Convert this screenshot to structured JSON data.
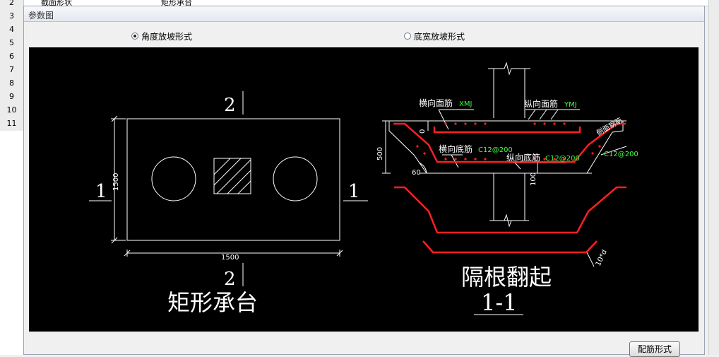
{
  "background": {
    "rows": [
      "2",
      "3",
      "4",
      "5",
      "6",
      "7",
      "8",
      "9",
      "10",
      "11"
    ],
    "row1_label": "截面形状",
    "row1_value": "矩形承台"
  },
  "dialog": {
    "title": "参数图",
    "options": [
      {
        "label": "角度放坡形式",
        "selected": true
      },
      {
        "label": "底宽放坡形式",
        "selected": false
      }
    ],
    "button_label": "配筋形式"
  },
  "drawing": {
    "plan": {
      "title": "矩形承台",
      "dim_width": "1500",
      "dim_height": "1500",
      "section_top": "2",
      "section_bottom": "2",
      "section_left": "1",
      "section_right": "1"
    },
    "section": {
      "title": "隔根翻起",
      "subtitle": "1-1",
      "label_h_top": "横向面筋",
      "code_h_top": "XMJ",
      "label_v_top": "纵向面筋",
      "code_v_top": "YMJ",
      "label_h_bottom": "横向底筋",
      "code_h_bottom": "C12@200",
      "label_v_bottom": "纵向底筋",
      "code_v_bottom": "C12@200",
      "side_label": "侧面钢筋",
      "side_code": "C12@200",
      "dim_depth": "500",
      "dim_cover": "0",
      "dim_100": "100",
      "angle": "60",
      "hook": "10*d"
    },
    "colors": {
      "line": "#ffffff",
      "rebar": "#ff2020",
      "code": "#40ff40"
    }
  }
}
